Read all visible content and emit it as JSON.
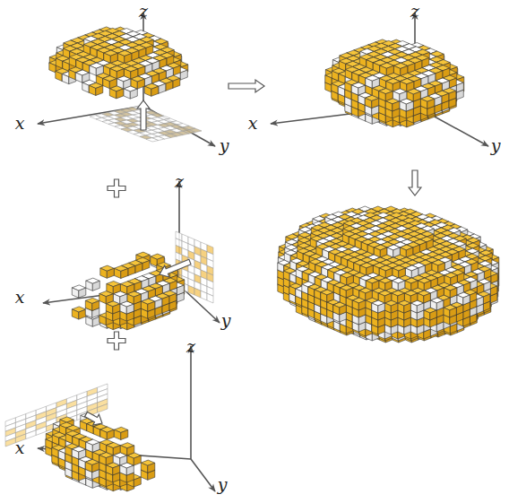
{
  "diagram": {
    "labels": [
      "z",
      "x",
      "y",
      "z",
      "x",
      "y",
      "z",
      "x",
      "y",
      "z",
      "x",
      "y"
    ]
  }
}
